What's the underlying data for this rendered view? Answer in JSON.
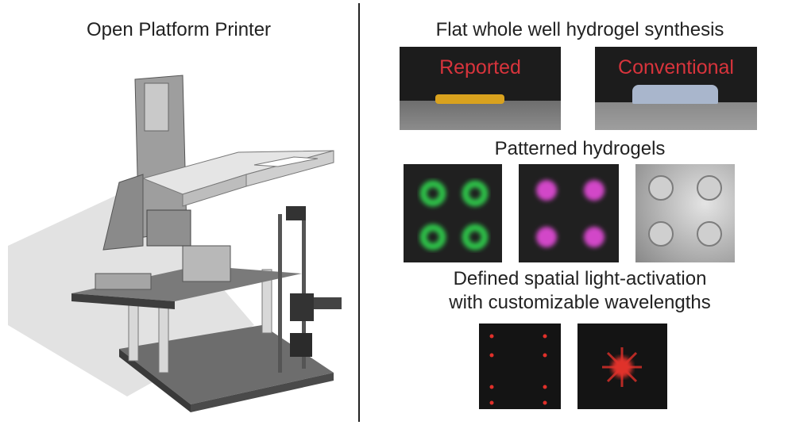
{
  "left_panel": {
    "title": "Open Platform Printer",
    "image": "cad-render-of-printer"
  },
  "right_panel": {
    "section1": {
      "title": "Flat whole well hydrogel synthesis",
      "photos": [
        {
          "label": "Reported",
          "gel_color": "#d9a21e"
        },
        {
          "label": "Conventional",
          "gel_color": "#a9b6cc"
        }
      ],
      "label_color": "#d8343c"
    },
    "section2": {
      "title": "Patterned hydrogels",
      "images": [
        {
          "kind": "green-rings",
          "color": "#2fc24a"
        },
        {
          "kind": "magenta-dots",
          "color": "#d247c8"
        },
        {
          "kind": "brightfield",
          "color": "#c8c8c8"
        }
      ]
    },
    "section3": {
      "title_line1": "Defined spatial light-activation",
      "title_line2": "with customizable wavelengths",
      "images": [
        {
          "kind": "red-dot-array",
          "color": "#e0302a"
        },
        {
          "kind": "red-starburst",
          "color": "#e0302a"
        }
      ]
    }
  }
}
